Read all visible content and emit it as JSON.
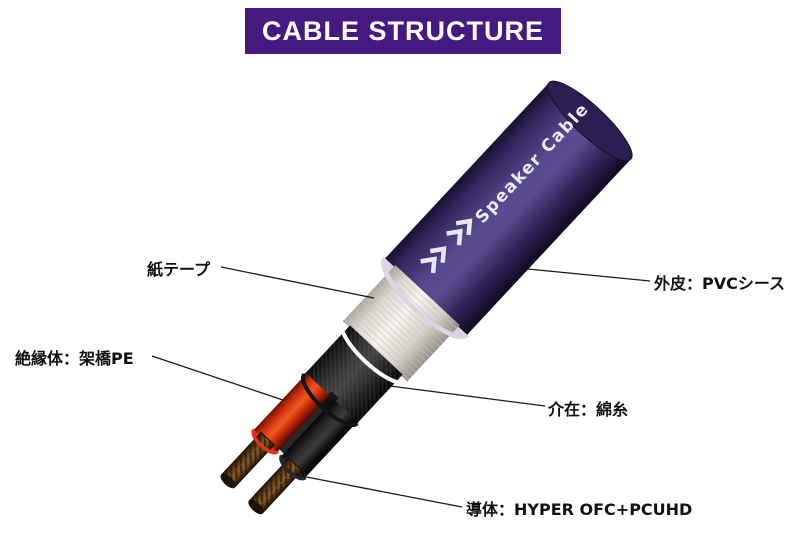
{
  "header": {
    "title": "CABLE STRUCTURE"
  },
  "cable": {
    "jacket_text": "Speaker Cable",
    "labels": {
      "paper_tape": "紙テープ",
      "insulator": "絶縁体：架橋PE",
      "sheath": "外皮：PVCシース",
      "filler": "介在：綿糸",
      "conductor": "導体：HYPER OFC+PCUHD"
    },
    "colors": {
      "banner": "#45197f",
      "jacket_purple": "#55448a",
      "cut_face": "#d9d5e3",
      "paper_tape_white": "#f4f2ee",
      "cotton_filler_black": "#3a3a3a",
      "wire_red": "#e8431c",
      "wire_black": "#1c1c1c",
      "copper": "#7c4e24",
      "label_text": "#111111",
      "leader_line": "#1a1a1a"
    }
  }
}
